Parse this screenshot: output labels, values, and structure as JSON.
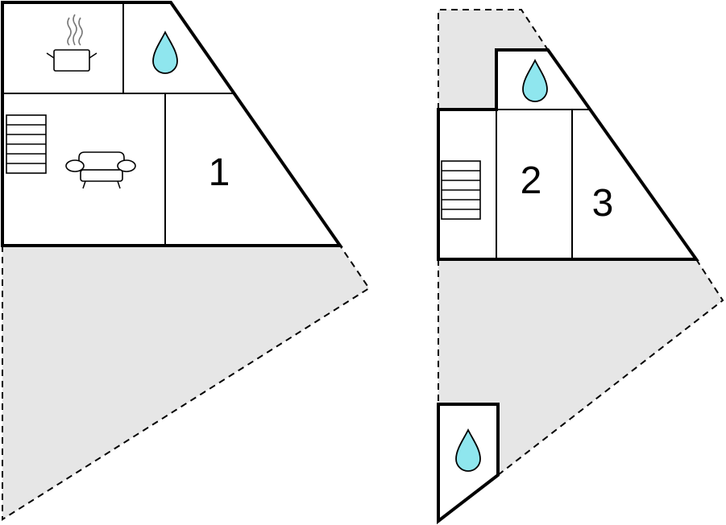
{
  "floor_plan": {
    "rooms": [
      {
        "id": "kitchen",
        "icon": "kitchen-pot-icon"
      },
      {
        "id": "bathroom-upper-left",
        "icon": "water-drop-icon"
      },
      {
        "id": "living-room",
        "icon": "sofa-icon"
      },
      {
        "id": "staircase-left",
        "icon": "stairs-icon"
      },
      {
        "id": "bedroom-1",
        "label": "1"
      },
      {
        "id": "bathroom-upper-right",
        "icon": "water-drop-icon"
      },
      {
        "id": "staircase-right",
        "icon": "stairs-icon"
      },
      {
        "id": "bedroom-2",
        "label": "2"
      },
      {
        "id": "bedroom-3",
        "label": "3"
      },
      {
        "id": "bathroom-lower",
        "icon": "water-drop-icon"
      }
    ],
    "colors": {
      "wall": "#000000",
      "terrace": "#e6e6e6",
      "water": "#8fe6ee"
    }
  }
}
